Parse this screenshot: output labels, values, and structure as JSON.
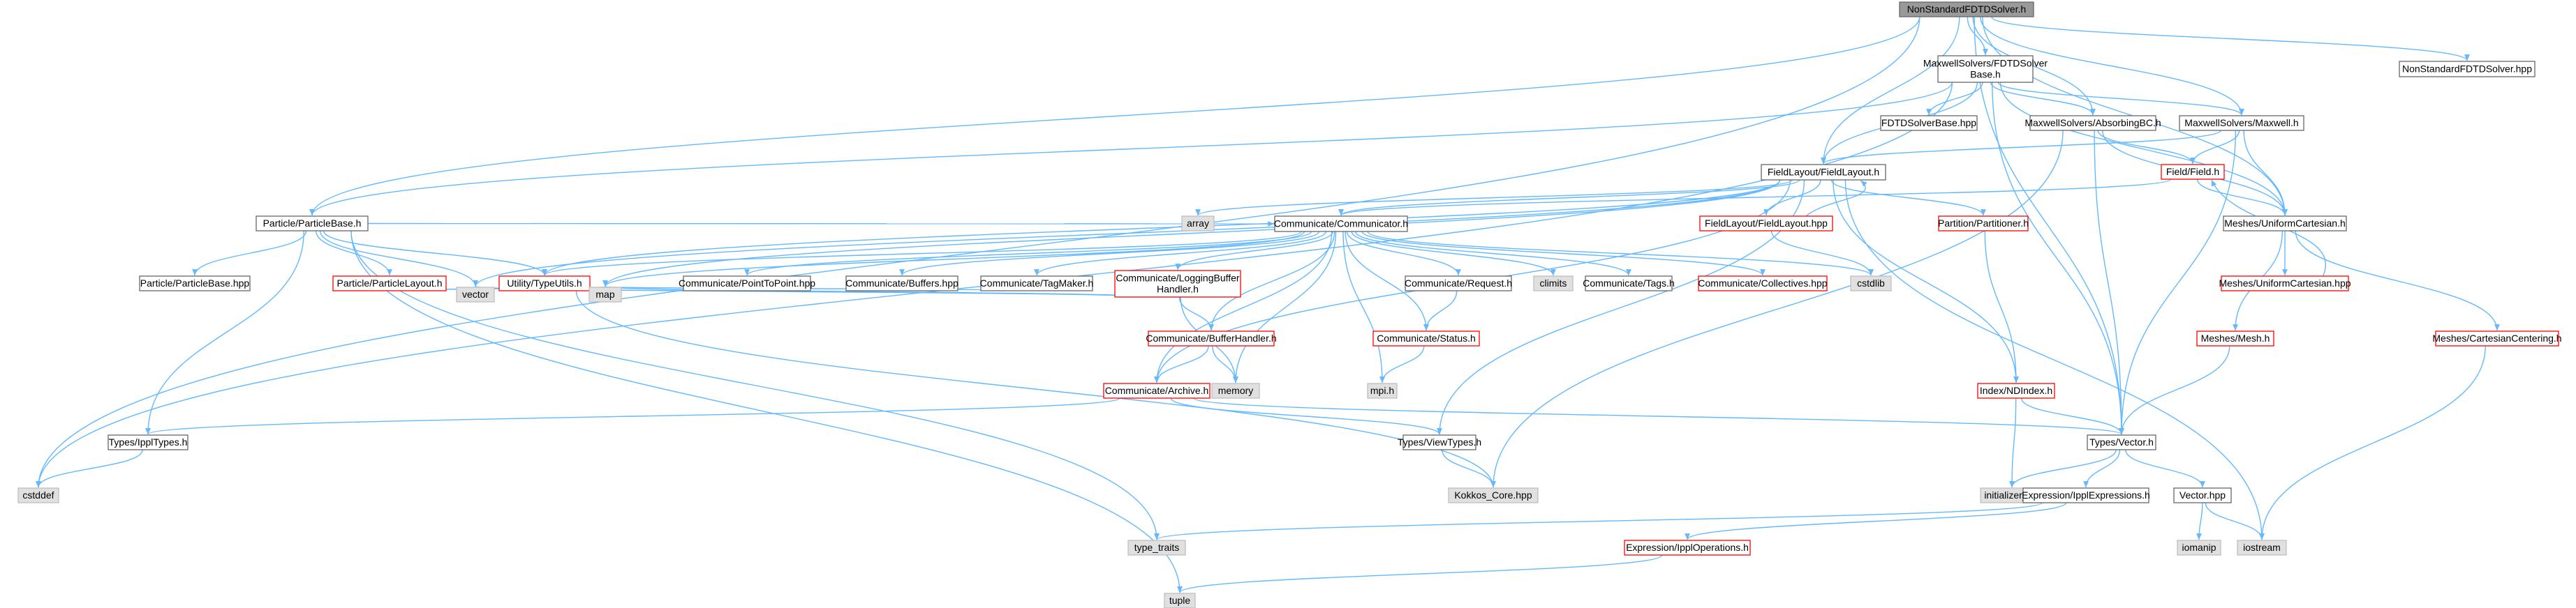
{
  "colors": {
    "edge": "#63b8ff",
    "node_border": "#666666",
    "missing_border": "#bfbfbf",
    "missing_fill": "#e0e0e0",
    "error_border": "#ff0000",
    "root_fill": "#999999",
    "normal_fill": "#ffffff",
    "text": "#000000"
  },
  "nodes": [
    {
      "id": "root",
      "label": [
        "NonStandardFDTDSolver.h"
      ],
      "kind": "root"
    },
    {
      "id": "fdtdbase",
      "label": [
        "MaxwellSolvers/FDTDSolver",
        "Base.h"
      ],
      "kind": "normal"
    },
    {
      "id": "nsfdtdhpp",
      "label": [
        "NonStandardFDTDSolver.hpp"
      ],
      "kind": "normal"
    },
    {
      "id": "fdtdbasehpp",
      "label": [
        "FDTDSolverBase.hpp"
      ],
      "kind": "normal"
    },
    {
      "id": "absorbing",
      "label": [
        "MaxwellSolvers/AbsorbingBC.h"
      ],
      "kind": "normal"
    },
    {
      "id": "maxwell",
      "label": [
        "MaxwellSolvers/Maxwell.h"
      ],
      "kind": "normal"
    },
    {
      "id": "fieldh",
      "label": [
        "Field/Field.h"
      ],
      "kind": "error"
    },
    {
      "id": "fieldlayout",
      "label": [
        "FieldLayout/FieldLayout.h"
      ],
      "kind": "normal"
    },
    {
      "id": "particlebase",
      "label": [
        "Particle/ParticleBase.h"
      ],
      "kind": "normal"
    },
    {
      "id": "array",
      "label": [
        "array"
      ],
      "kind": "missing"
    },
    {
      "id": "communicator",
      "label": [
        "Communicate/Communicator.h"
      ],
      "kind": "normal"
    },
    {
      "id": "fieldlayouthpp",
      "label": [
        "FieldLayout/FieldLayout.hpp"
      ],
      "kind": "error"
    },
    {
      "id": "partitioner",
      "label": [
        "Partition/Partitioner.h"
      ],
      "kind": "error"
    },
    {
      "id": "meshesuc",
      "label": [
        "Meshes/UniformCartesian.h"
      ],
      "kind": "normal"
    },
    {
      "id": "particlebasehpp",
      "label": [
        "Particle/ParticleBase.hpp"
      ],
      "kind": "normal"
    },
    {
      "id": "particlelayout",
      "label": [
        "Particle/ParticleLayout.h"
      ],
      "kind": "error"
    },
    {
      "id": "typeutils",
      "label": [
        "Utility/TypeUtils.h"
      ],
      "kind": "error"
    },
    {
      "id": "ptp",
      "label": [
        "Communicate/PointToPoint.hpp"
      ],
      "kind": "normal"
    },
    {
      "id": "buffershpp",
      "label": [
        "Communicate/Buffers.hpp"
      ],
      "kind": "normal"
    },
    {
      "id": "tagmaker",
      "label": [
        "Communicate/TagMaker.h"
      ],
      "kind": "normal"
    },
    {
      "id": "loggingbuffer",
      "label": [
        "Communicate/LoggingBuffer",
        "Handler.h"
      ],
      "kind": "error"
    },
    {
      "id": "request",
      "label": [
        "Communicate/Request.h"
      ],
      "kind": "normal"
    },
    {
      "id": "climits",
      "label": [
        "climits"
      ],
      "kind": "missing"
    },
    {
      "id": "tags",
      "label": [
        "Communicate/Tags.h"
      ],
      "kind": "normal"
    },
    {
      "id": "collectives",
      "label": [
        "Communicate/Collectives.hpp"
      ],
      "kind": "error"
    },
    {
      "id": "cstdlib",
      "label": [
        "cstdlib"
      ],
      "kind": "missing"
    },
    {
      "id": "meshesuchpp",
      "label": [
        "Meshes/UniformCartesian.hpp"
      ],
      "kind": "error"
    },
    {
      "id": "vector",
      "label": [
        "vector"
      ],
      "kind": "missing"
    },
    {
      "id": "map",
      "label": [
        "map"
      ],
      "kind": "missing"
    },
    {
      "id": "bufferhandler",
      "label": [
        "Communicate/BufferHandler.h"
      ],
      "kind": "error"
    },
    {
      "id": "commstatus",
      "label": [
        "Communicate/Status.h"
      ],
      "kind": "error"
    },
    {
      "id": "meshmesh",
      "label": [
        "Meshes/Mesh.h"
      ],
      "kind": "error"
    },
    {
      "id": "cartcentering",
      "label": [
        "Meshes/CartesianCentering.h"
      ],
      "kind": "error"
    },
    {
      "id": "memory",
      "label": [
        "memory"
      ],
      "kind": "missing"
    },
    {
      "id": "mpih",
      "label": [
        "mpi.h"
      ],
      "kind": "missing"
    },
    {
      "id": "archive",
      "label": [
        "Communicate/Archive.h"
      ],
      "kind": "error"
    },
    {
      "id": "ndindex",
      "label": [
        "Index/NDIndex.h"
      ],
      "kind": "error"
    },
    {
      "id": "ippltypes",
      "label": [
        "Types/IpplTypes.h"
      ],
      "kind": "normal"
    },
    {
      "id": "viewtypes",
      "label": [
        "Types/ViewTypes.h"
      ],
      "kind": "normal"
    },
    {
      "id": "typesvector",
      "label": [
        "Types/Vector.h"
      ],
      "kind": "normal"
    },
    {
      "id": "cstddef",
      "label": [
        "cstddef"
      ],
      "kind": "missing"
    },
    {
      "id": "kokkos",
      "label": [
        "Kokkos_Core.hpp"
      ],
      "kind": "missing"
    },
    {
      "id": "initlist",
      "label": [
        "initializer_list"
      ],
      "kind": "missing"
    },
    {
      "id": "ipplexpr",
      "label": [
        "Expression/IpplExpressions.h"
      ],
      "kind": "normal"
    },
    {
      "id": "vectorhpp",
      "label": [
        "Vector.hpp"
      ],
      "kind": "normal"
    },
    {
      "id": "typetraits",
      "label": [
        "type_traits"
      ],
      "kind": "missing"
    },
    {
      "id": "ippleops",
      "label": [
        "Expression/IpplOperations.h"
      ],
      "kind": "error"
    },
    {
      "id": "iomanip",
      "label": [
        "iomanip"
      ],
      "kind": "missing"
    },
    {
      "id": "iostream",
      "label": [
        "iostream"
      ],
      "kind": "missing"
    },
    {
      "id": "tuple",
      "label": [
        "tuple"
      ],
      "kind": "missing"
    }
  ],
  "edges": [
    [
      "root",
      "fdtdbase"
    ],
    [
      "root",
      "nsfdtdhpp"
    ],
    [
      "root",
      "absorbing"
    ],
    [
      "root",
      "maxwell"
    ],
    [
      "root",
      "fieldlayout"
    ],
    [
      "root",
      "particlebase"
    ],
    [
      "root",
      "meshesuc"
    ],
    [
      "root",
      "typesvector"
    ],
    [
      "root",
      "cstddef"
    ],
    [
      "fdtdbase",
      "fdtdbasehpp"
    ],
    [
      "fdtdbase",
      "absorbing"
    ],
    [
      "fdtdbase",
      "maxwell"
    ],
    [
      "fdtdbase",
      "fieldlayout"
    ],
    [
      "fdtdbase",
      "particlebase"
    ],
    [
      "fdtdbase",
      "meshesuc"
    ],
    [
      "fdtdbase",
      "typesvector"
    ],
    [
      "fdtdbase",
      "cstddef"
    ],
    [
      "absorbing",
      "fieldh"
    ],
    [
      "absorbing",
      "typesvector"
    ],
    [
      "absorbing",
      "kokkos"
    ],
    [
      "absorbing",
      "meshesuc"
    ],
    [
      "maxwell",
      "fieldh"
    ],
    [
      "maxwell",
      "fieldlayout"
    ],
    [
      "maxwell",
      "meshesuc"
    ],
    [
      "maxwell",
      "typesvector"
    ],
    [
      "fieldh",
      "meshesuc"
    ],
    [
      "fieldh",
      "communicator"
    ],
    [
      "fieldlayout",
      "array"
    ],
    [
      "fieldlayout",
      "communicator"
    ],
    [
      "fieldlayout",
      "fieldlayouthpp"
    ],
    [
      "fieldlayout",
      "partitioner"
    ],
    [
      "fieldlayout",
      "ndindex"
    ],
    [
      "fieldlayout",
      "viewtypes"
    ],
    [
      "fieldlayout",
      "iostream"
    ],
    [
      "fieldlayout",
      "map"
    ],
    [
      "fieldlayout",
      "vector"
    ],
    [
      "fieldlayout",
      "archive"
    ],
    [
      "fieldlayout",
      "typeutils"
    ],
    [
      "fieldlayouthpp",
      "fieldlayout"
    ],
    [
      "fieldlayouthpp",
      "cstdlib"
    ],
    [
      "partitioner",
      "ndindex"
    ],
    [
      "meshesuc",
      "meshesuchpp"
    ],
    [
      "meshesuc",
      "meshmesh"
    ],
    [
      "meshesuc",
      "cartcentering"
    ],
    [
      "meshesuchpp",
      "fieldh"
    ],
    [
      "meshmesh",
      "typesvector"
    ],
    [
      "cartcentering",
      "iostream"
    ],
    [
      "particlebase",
      "particlebasehpp"
    ],
    [
      "particlebase",
      "particlelayout"
    ],
    [
      "particlebase",
      "typeutils"
    ],
    [
      "particlebase",
      "vector"
    ],
    [
      "particlebase",
      "ippltypes"
    ],
    [
      "particlebase",
      "typetraits"
    ],
    [
      "particlebase",
      "tuple"
    ],
    [
      "particlebase",
      "communicator"
    ],
    [
      "particlelayout",
      "map"
    ],
    [
      "communicator",
      "typeutils"
    ],
    [
      "communicator",
      "ptp"
    ],
    [
      "communicator",
      "buffershpp"
    ],
    [
      "communicator",
      "tagmaker"
    ],
    [
      "communicator",
      "loggingbuffer"
    ],
    [
      "communicator",
      "request"
    ],
    [
      "communicator",
      "climits"
    ],
    [
      "communicator",
      "tags"
    ],
    [
      "communicator",
      "collectives"
    ],
    [
      "communicator",
      "cstdlib"
    ],
    [
      "communicator",
      "bufferhandler"
    ],
    [
      "communicator",
      "commstatus"
    ],
    [
      "communicator",
      "memory"
    ],
    [
      "communicator",
      "mpih"
    ],
    [
      "communicator",
      "archive"
    ],
    [
      "communicator",
      "map"
    ],
    [
      "typeutils",
      "kokkos"
    ],
    [
      "tagmaker",
      "map"
    ],
    [
      "loggingbuffer",
      "bufferhandler"
    ],
    [
      "loggingbuffer",
      "memory"
    ],
    [
      "loggingbuffer",
      "map"
    ],
    [
      "loggingbuffer",
      "vector"
    ],
    [
      "request",
      "commstatus"
    ],
    [
      "commstatus",
      "mpih"
    ],
    [
      "bufferhandler",
      "archive"
    ],
    [
      "bufferhandler",
      "memory"
    ],
    [
      "archive",
      "typesvector"
    ],
    [
      "archive",
      "viewtypes"
    ],
    [
      "archive",
      "ippltypes"
    ],
    [
      "ndindex",
      "typesvector"
    ],
    [
      "ndindex",
      "initlist"
    ],
    [
      "ippltypes",
      "cstddef"
    ],
    [
      "viewtypes",
      "kokkos"
    ],
    [
      "typesvector",
      "initlist"
    ],
    [
      "typesvector",
      "ipplexpr"
    ],
    [
      "typesvector",
      "vectorhpp"
    ],
    [
      "ipplexpr",
      "typetraits"
    ],
    [
      "ipplexpr",
      "ippleops"
    ],
    [
      "ippleops",
      "tuple"
    ],
    [
      "vectorhpp",
      "iomanip"
    ],
    [
      "vectorhpp",
      "iostream"
    ]
  ]
}
